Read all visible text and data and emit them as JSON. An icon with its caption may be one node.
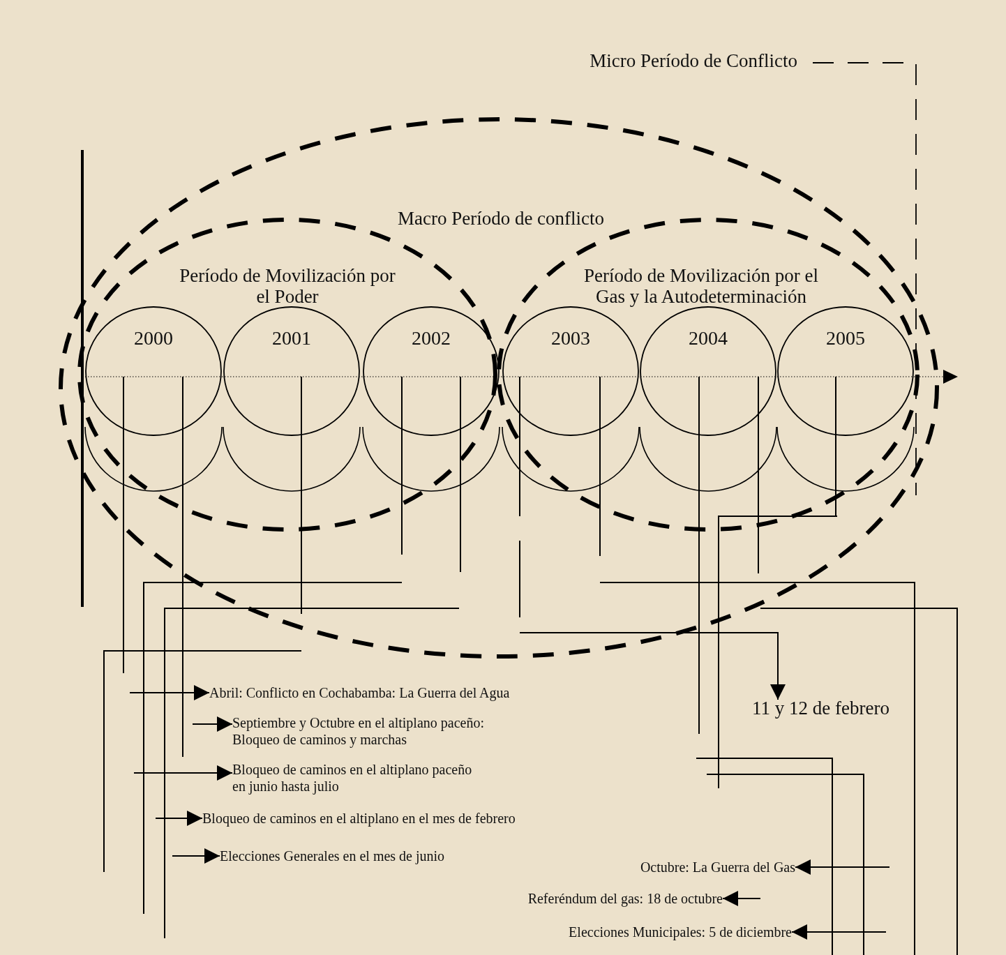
{
  "diagram": {
    "nodes": [
      {
        "text": [
          "Macro Período de conflicto"
        ]
      },
      {
        "text": [
          "Período de Movilización por el Poder"
        ],
        "in": 0
      },
      {
        "text": [
          "Período de Movilización por el Gas y la Autodeterminación"
        ],
        "in": 0
      },
      {
        "text": [
          "2000"
        ],
        "in": 1
      },
      {
        "text": [
          "2001"
        ],
        "in": 1
      },
      {
        "text": [
          "2002"
        ],
        "in": 1
      },
      {
        "text": [
          "2003"
        ],
        "in": 2
      },
      {
        "text": [
          "2004"
        ],
        "in": 2
      },
      {
        "text": [
          "2005"
        ],
        "in": 2
      },
      {
        "text": [
          "Abril: Conflicto en Cochabamba: La Guerra del Agua"
        ]
      },
      {
        "text": [
          "Septiembre y Octubre en el altiplano paceño: Bloqueo de caminos y marchas"
        ]
      },
      {
        "text": [
          "Bloqueo de caminos en el altiplano paceño en junio hasta julio"
        ]
      },
      {
        "text": [
          "Bloqueo de caminos en el altiplano en el mes de febrero"
        ]
      },
      {
        "text": [
          "Elecciones Generales en el mes de junio"
        ]
      },
      {
        "text": [
          "11 y 12 de febrero"
        ]
      },
      {
        "text": [
          "Octubre: La Guerra del Gas"
        ]
      },
      {
        "text": [
          "Referéndum del gas: 18 de octubre"
        ]
      },
      {
        "text": [
          "Elecciones Municipales: 5 de diciembre"
        ]
      }
    ],
    "edges": [
      {
        "from": null,
        "to": 9,
        "arrow": "to"
      },
      {
        "from": null,
        "to": 10,
        "arrow": "to"
      },
      {
        "from": null,
        "to": 11,
        "arrow": "to"
      },
      {
        "from": null,
        "to": 12,
        "arrow": "to"
      },
      {
        "from": null,
        "to": 13,
        "arrow": "to"
      },
      {
        "from": 0,
        "to": 14,
        "arrow": "to"
      },
      {
        "from": null,
        "to": 15,
        "arrow": "to"
      },
      {
        "from": null,
        "to": 16,
        "arrow": "to"
      },
      {
        "from": null,
        "to": 17,
        "arrow": "to"
      }
    ],
    "labels": [
      "Micro Período de Conflicto"
    ]
  }
}
